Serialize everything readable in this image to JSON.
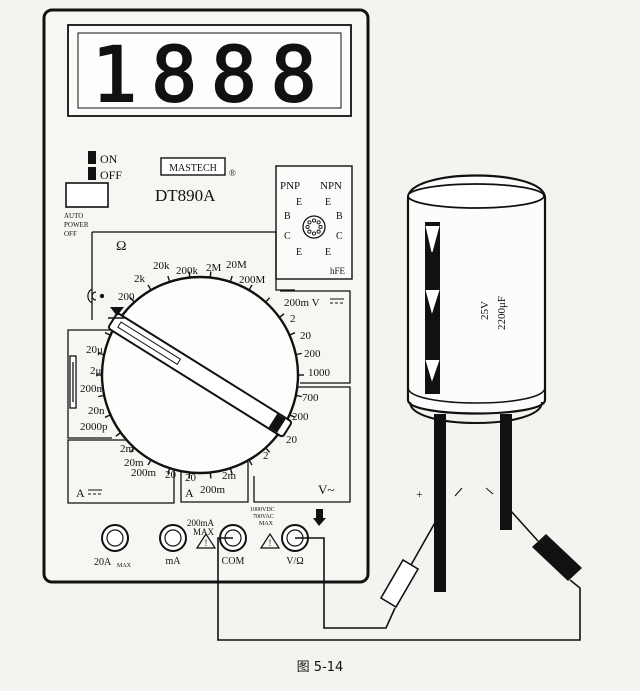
{
  "meter": {
    "display": "1888",
    "power": {
      "on": "ON",
      "off": "OFF",
      "auto_note": "AUTO\nPOWER\nOFF"
    },
    "brand": "MASTECH",
    "registered": "®",
    "model": "DT890A",
    "hfe": {
      "pnp": "PNP",
      "npn": "NPN",
      "pins_left": [
        "E",
        "B",
        "C",
        "E"
      ],
      "pins_right": [
        "E",
        "B",
        "C",
        "E"
      ],
      "label": "hFE"
    },
    "ranges": {
      "ohm_symbol": "Ω",
      "ohm": [
        "200",
        "2k",
        "20k",
        "200k",
        "2M",
        "20M",
        "200M"
      ],
      "dcv_head": "200m V",
      "dcv": [
        "2",
        "20",
        "200",
        "1000"
      ],
      "acv": [
        "700",
        "200",
        "20",
        "2"
      ],
      "acv_symbol": "V~",
      "cap": [
        "20μ",
        "2μ",
        "200n",
        "20n",
        "2000p"
      ],
      "dca_left": [
        "2m",
        "20m",
        "200m",
        "20"
      ],
      "dca_left_symbol": "A",
      "dca_right": [
        "20",
        "2m",
        "200m"
      ],
      "dca_right_symbol": "A"
    },
    "jacks": [
      {
        "label": "20A",
        "sub": "MAX",
        "top": ""
      },
      {
        "label": "mA",
        "sub": "",
        "top": "200mA MAX"
      },
      {
        "label": "COM",
        "sub": "",
        "top": ""
      },
      {
        "label": "V/Ω",
        "sub": "",
        "top": "1000VDC 700VAC MAX"
      }
    ]
  },
  "capacitor": {
    "voltage": "25V",
    "capacitance": "2200μF",
    "polarity": "+"
  },
  "caption": "图 5-14"
}
